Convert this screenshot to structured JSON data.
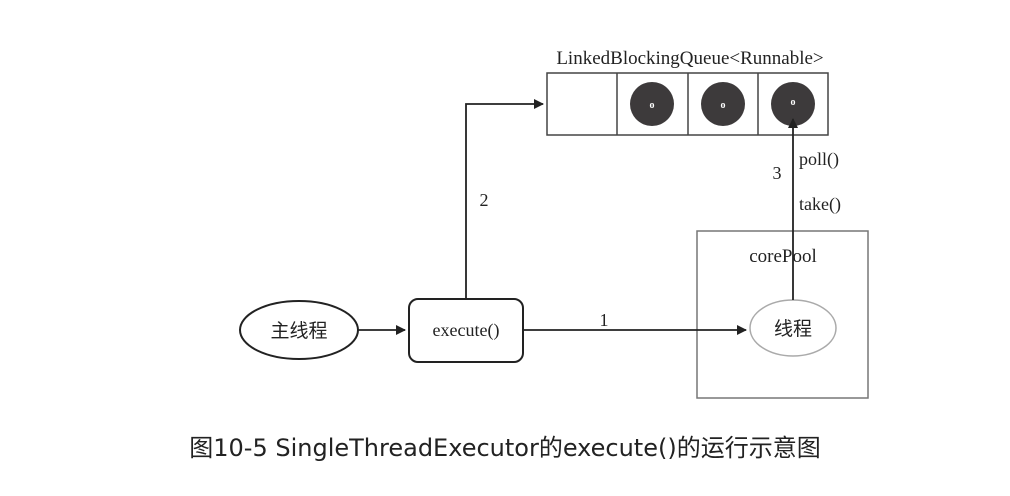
{
  "diagram": {
    "queue_label": "LinkedBlockingQueue<Runnable>",
    "queue_task_glyph": "o",
    "main_thread_label": "主线程",
    "execute_label": "execute()",
    "core_pool_label": "corePool",
    "worker_thread_label": "线程",
    "step1_label": "1",
    "step2_label": "2",
    "step3_label": "3",
    "poll_label": "poll()",
    "take_label": "take()"
  },
  "caption": "图10-5 SingleThreadExecutor的execute()的运行示意图",
  "colors": {
    "stroke": "#222222",
    "box_stroke": "#777777",
    "worker_stroke": "#aaaaaa",
    "task_fill": "#3d3a3b"
  }
}
